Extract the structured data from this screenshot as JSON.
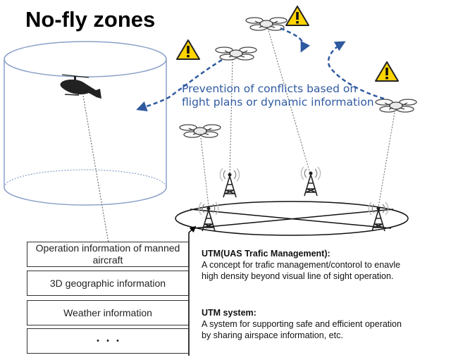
{
  "title": "No-fly zones",
  "caption": "Prevention of conflicts based on flight plans or dynamic information",
  "info_boxes": [
    {
      "label": "Operation information of manned aircraft"
    },
    {
      "label": "3D geographic information"
    },
    {
      "label": "Weather information"
    },
    {
      "label": "・・・"
    }
  ],
  "utm": {
    "heading": "UTM(UAS Trafic Management):",
    "body": "A concept for trafic management/contorol to enavle high density beyond visual line of sight operation."
  },
  "utm_system": {
    "heading": "UTM system:",
    "body": "A system for supporting safe and efficient operation by sharing airspace information, etc."
  },
  "icons": {
    "warning": "warning-triangle-icon",
    "drone": "drone-icon",
    "helicopter": "helicopter-icon",
    "antenna": "radio-tower-icon"
  },
  "colors": {
    "route": "#2f5aa0",
    "warning_fill": "#ffd400",
    "caption": "#2f5aa0"
  }
}
